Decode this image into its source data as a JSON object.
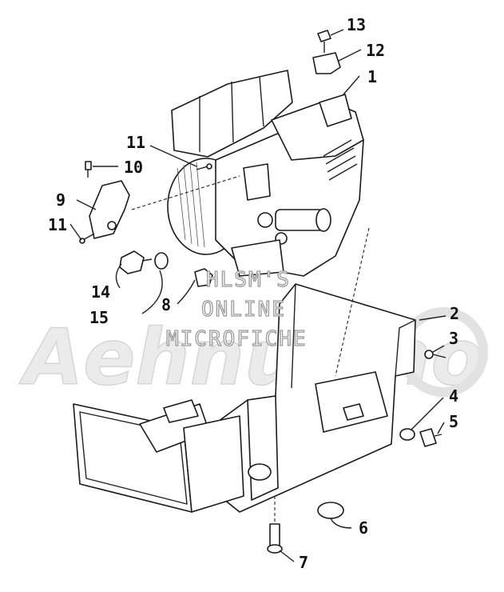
{
  "watermark": {
    "brand": "Aehnuemo",
    "lines": [
      "HLSM'S",
      "ONLINE",
      "MICROFICHE"
    ],
    "color": "#cfcfcf"
  },
  "callouts": [
    "13",
    "12",
    "1",
    "11",
    "10",
    "9",
    "11",
    "14",
    "15",
    "8",
    "2",
    "3",
    "4",
    "5",
    "6",
    "7"
  ]
}
